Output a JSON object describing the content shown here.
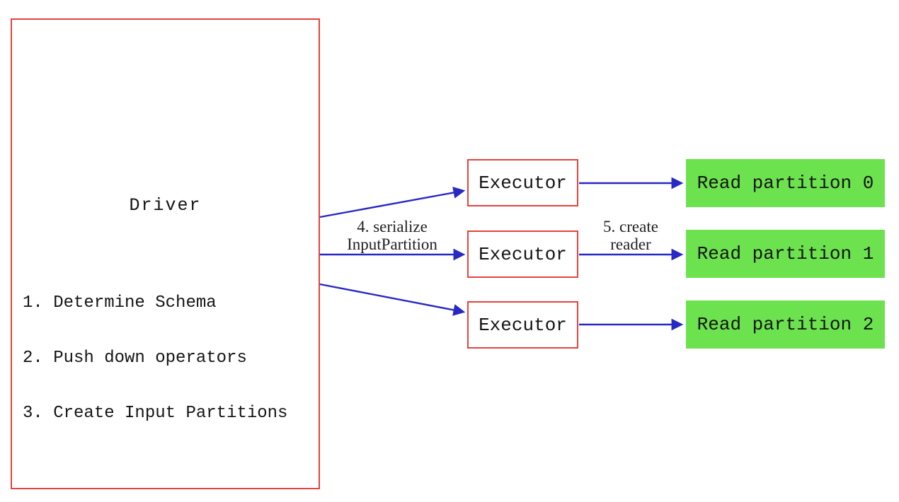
{
  "colors": {
    "box-border": "#e5423c",
    "arrow": "#2828c4",
    "partition-fill": "#6ce24e",
    "text": "#141414"
  },
  "driver": {
    "title": "Driver",
    "steps": [
      "1. Determine Schema",
      "2. Push down operators",
      "3. Create Input Partitions"
    ]
  },
  "executors": [
    {
      "label": "Executor"
    },
    {
      "label": "Executor"
    },
    {
      "label": "Executor"
    }
  ],
  "partitions": [
    {
      "label": "Read partition 0"
    },
    {
      "label": "Read partition 1"
    },
    {
      "label": "Read partition 2"
    }
  ],
  "edge_labels": {
    "serialize": {
      "line1": "4. serialize",
      "line2": "InputPartition"
    },
    "create_reader": {
      "line1": "5. create",
      "line2": "reader"
    }
  }
}
